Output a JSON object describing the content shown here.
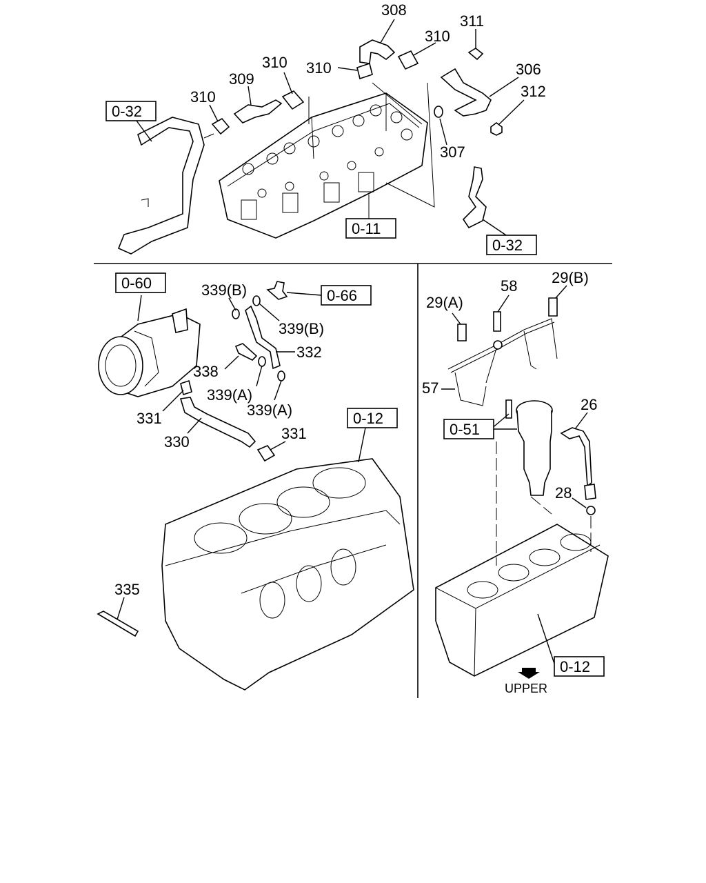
{
  "labels": {
    "p308": "308",
    "p311": "311",
    "p310a": "310",
    "p310b": "310",
    "p310c": "310",
    "p310d": "310",
    "p309": "309",
    "p306": "306",
    "p312": "312",
    "p307": "307",
    "p339b1": "339(B)",
    "p339b2": "339(B)",
    "p332": "332",
    "p338": "338",
    "p339a1": "339(A)",
    "p339a2": "339(A)",
    "p331a": "331",
    "p331b": "331",
    "p330": "330",
    "p335": "335",
    "p29a": "29(A)",
    "p58": "58",
    "p29b": "29(B)",
    "p57": "57",
    "p26": "26",
    "p28": "28"
  },
  "refs": {
    "r032a": "0-32",
    "r011": "0-11",
    "r032b": "0-32",
    "r060": "0-60",
    "r066": "0-66",
    "r012a": "0-12",
    "r051": "0-51",
    "r012b": "0-12"
  },
  "direction": {
    "upper": "UPPER"
  }
}
